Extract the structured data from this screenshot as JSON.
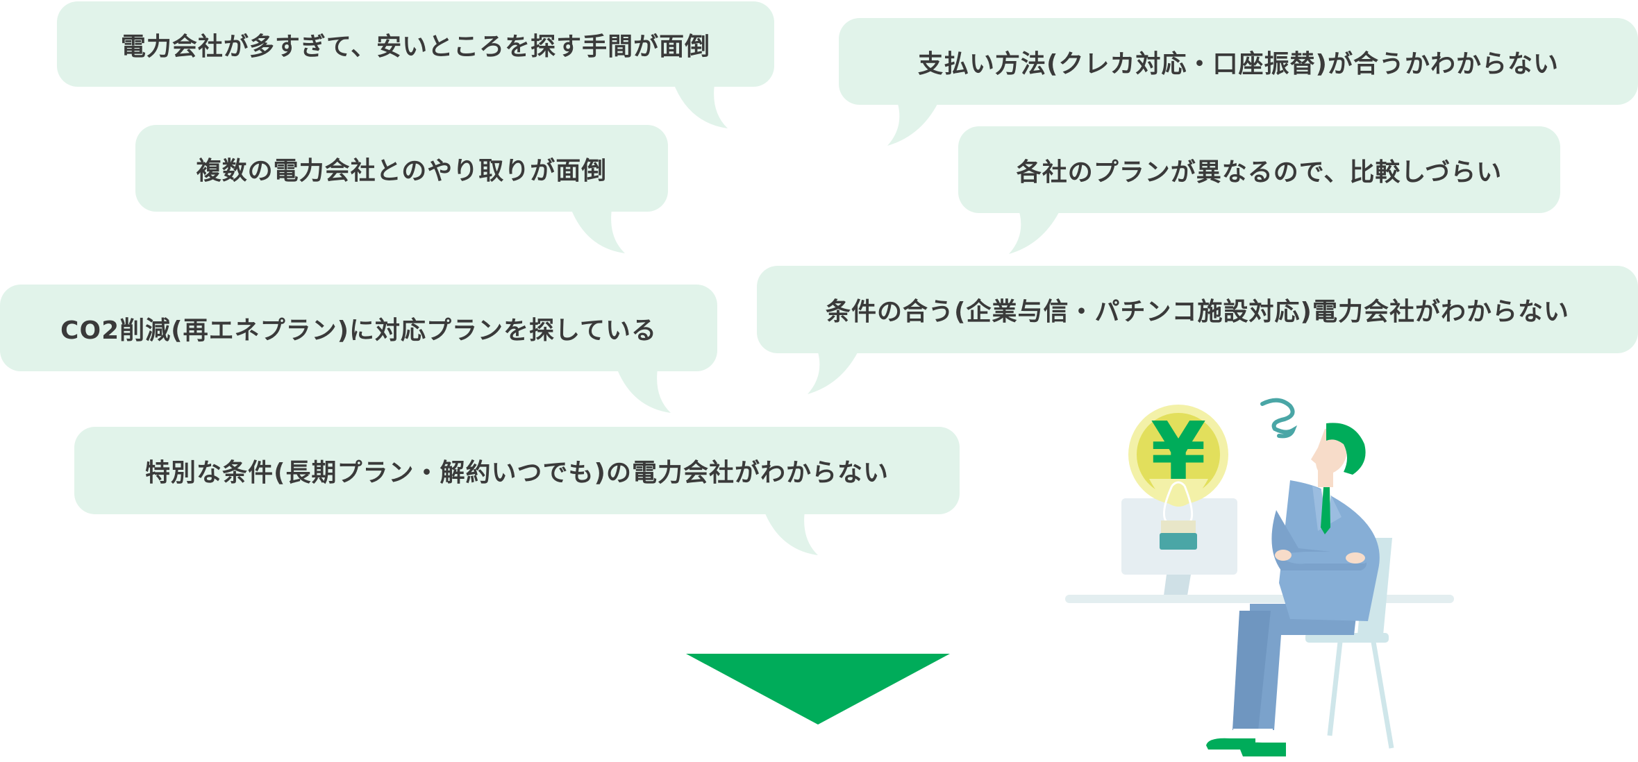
{
  "concerns": [
    {
      "text": "電力会社が多すぎて、安いところを探す手間が面倒"
    },
    {
      "text": "支払い方法(クレカ対応・口座振替)が合うかわからない"
    },
    {
      "text": "複数の電力会社とのやり取りが面倒"
    },
    {
      "text": "各社のプランが異なるので、比較しづらい"
    },
    {
      "text": "CO2削減(再エネプラン)に対応プランを探している"
    },
    {
      "text": "条件の合う(企業与信・パチンコ施設対応)電力会社がわからない"
    },
    {
      "text": "特別な条件(長期プラン・解約いつでも)の電力会社がわからない"
    }
  ],
  "illustration": {
    "bulb_symbol": "¥",
    "icons": [
      "lightbulb-yen-icon",
      "thinking-swirl-icon",
      "person-sitting-icon"
    ]
  },
  "colors": {
    "bubble_bg": "#e1f3ea",
    "text": "#3a3a3a",
    "accent_green": "#00ac5a",
    "bulb_yellow": "#e2df5c",
    "suit_blue": "#86aed6"
  }
}
